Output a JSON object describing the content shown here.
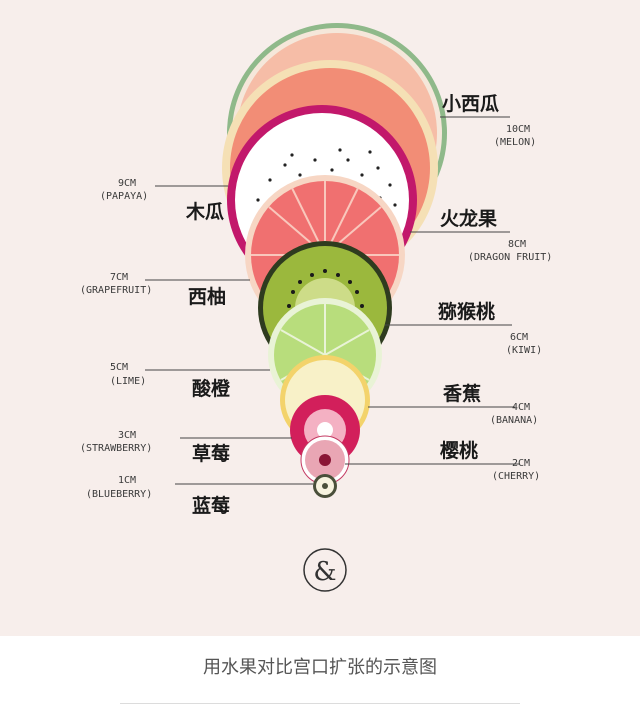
{
  "fruits": [
    {
      "cn": "小西瓜",
      "size": "10CM",
      "en": "(MELON)",
      "side": "right"
    },
    {
      "cn": "木瓜",
      "size": "9CM",
      "en": "(PAPAYA)",
      "side": "left"
    },
    {
      "cn": "火龙果",
      "size": "8CM",
      "en": "(DRAGON FRUIT)",
      "side": "right"
    },
    {
      "cn": "西柚",
      "size": "7CM",
      "en": "(GRAPEFRUIT)",
      "side": "left"
    },
    {
      "cn": "猕猴桃",
      "size": "6CM",
      "en": "(KIWI)",
      "side": "right"
    },
    {
      "cn": "酸橙",
      "size": "5CM",
      "en": "(LIME)",
      "side": "left"
    },
    {
      "cn": "香蕉",
      "size": "4CM",
      "en": "(BANANA)",
      "side": "right"
    },
    {
      "cn": "草莓",
      "size": "3CM",
      "en": "(STRAWBERRY)",
      "side": "left"
    },
    {
      "cn": "樱桃",
      "size": "2CM",
      "en": "(CHERRY)",
      "side": "right"
    },
    {
      "cn": "蓝莓",
      "size": "1CM",
      "en": "(BLUEBERRY)",
      "side": "left"
    }
  ],
  "logo_symbol": "&",
  "caption": "用水果对比宫口扩张的示意图",
  "colors": {
    "background": "#f7eeeb",
    "melon": "#f4b9a4",
    "papaya": "#f28873",
    "dragon_fruit": "#c2186b",
    "grapefruit": "#f06a6a",
    "kiwi": "#97b43b",
    "lime": "#b6dd7a",
    "banana": "#f6efc0",
    "strawberry": "#d21f5b",
    "cherry": "#8a1535",
    "blueberry": "#4a4f3a"
  }
}
